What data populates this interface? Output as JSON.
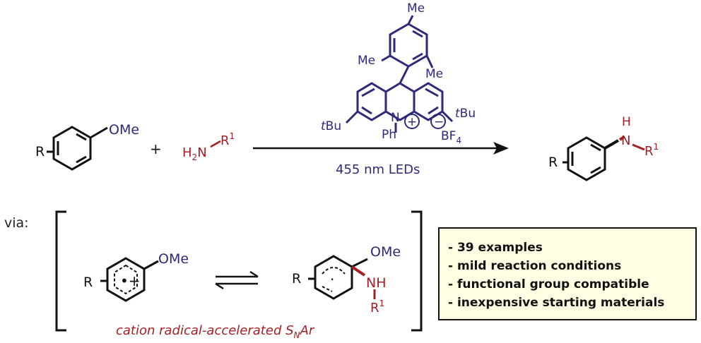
{
  "substrate": {
    "r": "R",
    "ome": "OMe"
  },
  "amine": {
    "h2n": "H2N",
    "r1": "R1"
  },
  "plus": "+",
  "catalyst": {
    "me_top": "Me",
    "me_left": "Me",
    "me_right": "Me",
    "tbu_left": "tBu",
    "tbu_right": "tBu",
    "n": "N",
    "ph": "Ph",
    "plus_charge": "+",
    "minus_charge": "−",
    "bf4": "BF4"
  },
  "conditions": "455 nm LEDs",
  "product": {
    "r": "R",
    "h": "H",
    "n": "N",
    "r1": "R1"
  },
  "via_label": "via:",
  "intermediate1": {
    "r": "R",
    "ome": "OMe"
  },
  "intermediate2": {
    "r": "R",
    "ome": "OMe",
    "nh": "NH",
    "r1": "R1"
  },
  "mechanism_caption": "cation radical-accelerated SNAr",
  "features": [
    "- 39 examples",
    "- mild reaction conditions",
    "- functional group compatible",
    "- inexpensive starting materials"
  ],
  "colors": {
    "catalyst": "#2e2a7a",
    "amine": "#a32024",
    "black": "#111111",
    "box_fill": "#fffde2"
  }
}
